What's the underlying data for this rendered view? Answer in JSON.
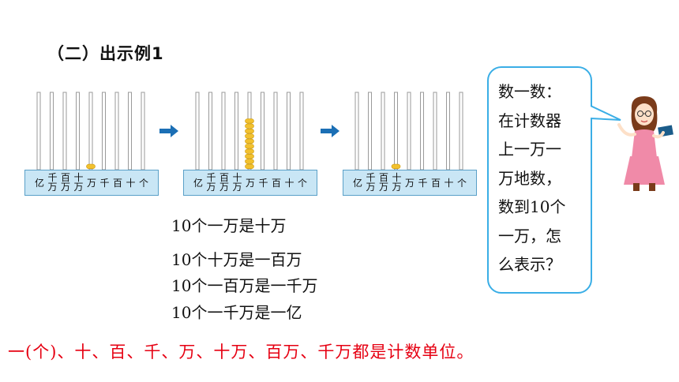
{
  "title": "（二）出示例1",
  "abacus": {
    "rods": 9,
    "labels": [
      {
        "type": "single",
        "text": "亿"
      },
      {
        "type": "double",
        "top": "千",
        "bottom": "万"
      },
      {
        "type": "double",
        "top": "百",
        "bottom": "万"
      },
      {
        "type": "double",
        "top": "十",
        "bottom": "万"
      },
      {
        "type": "single",
        "text": "万"
      },
      {
        "type": "single",
        "text": "千"
      },
      {
        "type": "single",
        "text": "百"
      },
      {
        "type": "single",
        "text": "十"
      },
      {
        "type": "single",
        "text": "个"
      }
    ],
    "states": [
      {
        "beads": [
          0,
          0,
          0,
          0,
          1,
          0,
          0,
          0,
          0
        ]
      },
      {
        "beads": [
          0,
          0,
          0,
          0,
          10,
          0,
          0,
          0,
          0
        ]
      },
      {
        "beads": [
          0,
          0,
          0,
          1,
          0,
          0,
          0,
          0,
          0
        ]
      }
    ],
    "bead_color": "#f2c12e",
    "rod_color": "#9a9a9a"
  },
  "arrow_color": "#1b6fb5",
  "statements": [
    "10个一万是十万",
    "10个十万是一百万",
    "10个一百万是一千万",
    "10个一千万是一亿"
  ],
  "bubble": {
    "lines": [
      "数一数：",
      "在计数器",
      "上一万一",
      "万地数，",
      "数到10个",
      "一万，怎",
      "么表示？"
    ],
    "border_color": "#3aaee6"
  },
  "footer": "一(个)、十、百、千、万、十万、百万、千万都是计数单位。",
  "footer_color": "#e60012"
}
